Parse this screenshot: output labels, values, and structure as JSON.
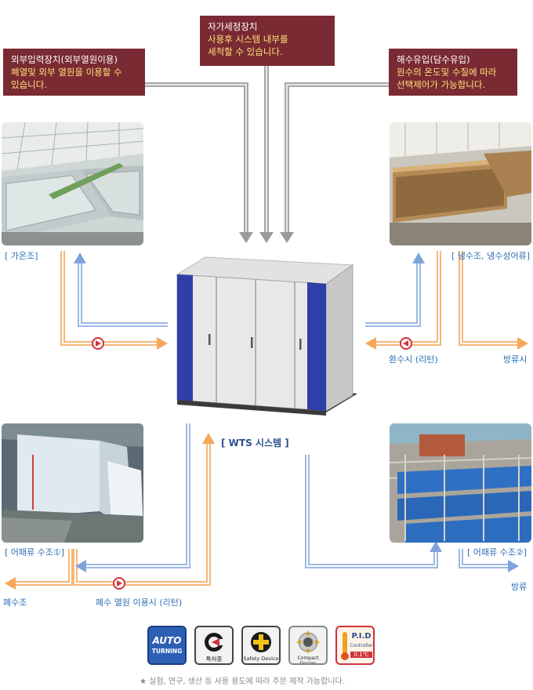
{
  "callouts": {
    "top": {
      "title": "자가세정장치",
      "desc": "사용후 시스템 내부를\n세척할 수 있습니다."
    },
    "left": {
      "title": "외부입력장치(외부열원이용)",
      "desc": "폐열및 외부 열원을 이용할 수\n있습니다."
    },
    "right": {
      "title": "해수유입(담수유입)",
      "desc": "원수의 온도및 수질에 따라\n선택제어가 가능합니다."
    }
  },
  "photos": {
    "top_left_label": "[ 가온조]",
    "top_right_label": "[ 냉수조, 냉수성어류]",
    "bottom_left_label": "[ 어패류 수조①]",
    "bottom_right_label": "[ 어패류 수조②]"
  },
  "flows": {
    "return_right": "환수시 (리턴)",
    "discharge_right_top": "방류시",
    "discharge_right_bottom": "방류",
    "waste_water": "폐수조",
    "waste_heat_return": "폐수 열원 이용시 (리턴)"
  },
  "center_caption": "[ WTS 시스템 ]",
  "badges": {
    "auto_top": "AUTO",
    "auto_bottom": "TURNING",
    "patent": "특허중",
    "safety": "Safety Device",
    "compact": "Compact Design",
    "pid_title": "P.I.D",
    "pid_sub": "Controller",
    "pid_value": "0.1℃"
  },
  "footnote": "★ 실험, 연구, 생산 등 사용 용도에 따라 주문 제작 가능합니다.",
  "colors": {
    "callout_bg": "#7a2a32",
    "callout_desc": "#ffe37a",
    "orange_flow": "#f5b878",
    "blue_flow": "#9cb8e4",
    "gray_flow": "#a8a8a8",
    "label_blue": "#2d6fb5"
  }
}
